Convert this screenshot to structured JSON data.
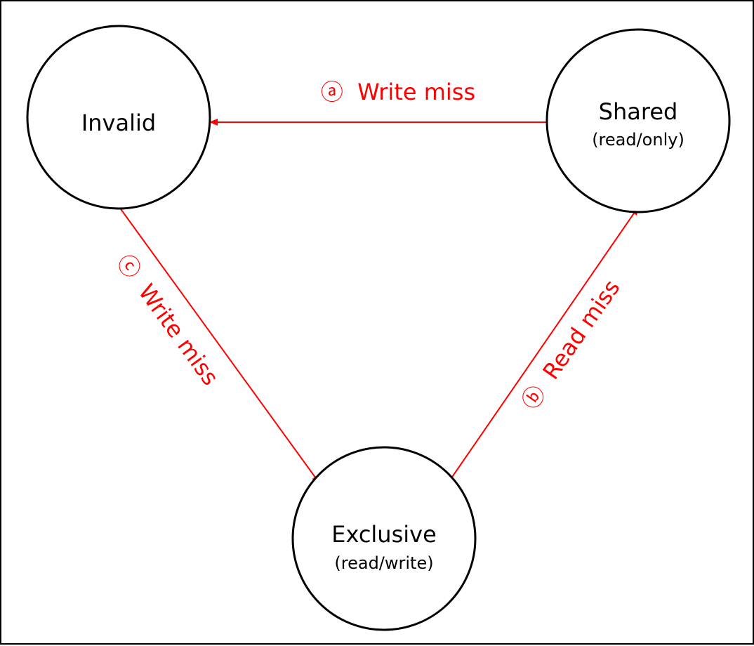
{
  "colors": {
    "transition": "#ff0000",
    "state_stroke": "#000000",
    "background": "#ffffff"
  },
  "states": {
    "invalid": {
      "title": "Invalid"
    },
    "shared": {
      "title": "Shared",
      "subtitle": "(read/only)"
    },
    "exclusive": {
      "title": "Exclusive",
      "subtitle": "(read/write)"
    }
  },
  "transitions": {
    "a": {
      "marker": "ⓐ",
      "label": "Write miss",
      "from": "Shared",
      "to": "Invalid"
    },
    "b": {
      "marker": "ⓑ",
      "label": "Read miss",
      "from": "Exclusive",
      "to": "Shared"
    },
    "c": {
      "marker": "ⓒ",
      "label": "Write miss",
      "from": "Invalid",
      "to": "Exclusive"
    }
  }
}
